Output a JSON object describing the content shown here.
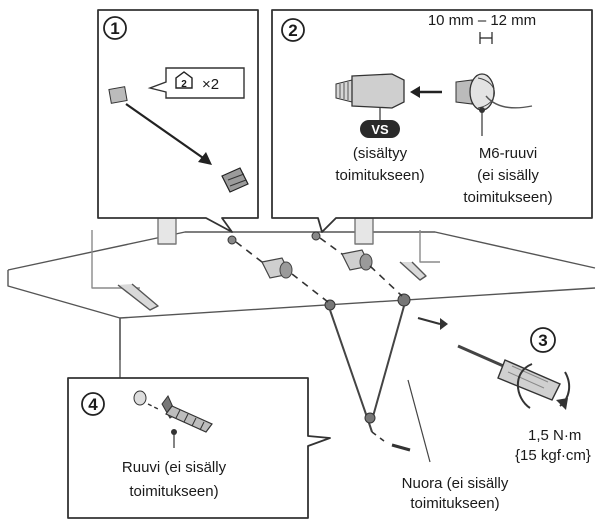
{
  "panels": {
    "step1": {
      "number": "1",
      "badge_digit": "2",
      "badge_text": "×2"
    },
    "step2": {
      "number": "2",
      "dimension": "10 mm – 12 mm",
      "vs_badge": "VS",
      "spacer_label": [
        "(sisältyy",
        "toimitukseen)"
      ],
      "screw_label": [
        "M6-ruuvi",
        "(ei sisälly",
        "toimitukseen)"
      ]
    },
    "step3": {
      "number": "3",
      "torque": [
        "1,5 N·m",
        "{15 kgf·cm}"
      ]
    },
    "step4": {
      "number": "4",
      "screw_label": [
        "Ruuvi (ei sisälly",
        "toimitukseen)"
      ]
    }
  },
  "cord_label": [
    "Nuora (ei sisälly",
    "toimitukseen)"
  ],
  "icons": [
    "stand-screw-icon",
    "spacer-icon",
    "m6-screw-icon",
    "screwdriver-icon",
    "wood-screw-icon",
    "cord-icon"
  ]
}
